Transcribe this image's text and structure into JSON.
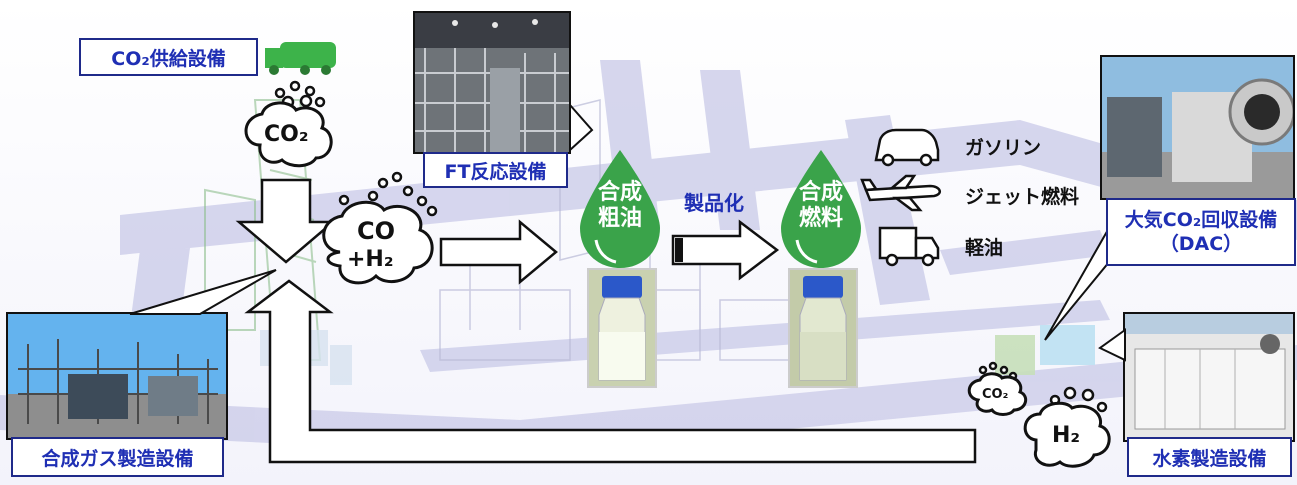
{
  "labels": {
    "co2_supply": "CO₂供給設備",
    "ft_reactor": "FT反応設備",
    "syngas_plant": "合成ガス製造設備",
    "dac": "大気CO₂回収設備",
    "dac_abbr": "（DAC）",
    "h2_plant": "水素製造設備",
    "productization": "製品化"
  },
  "clouds": {
    "co2": "CO₂",
    "co_line1": "CO",
    "co_line2": "+H₂",
    "co2_small": "CO₂",
    "h2": "H₂"
  },
  "drops": {
    "crude_line1": "合成",
    "crude_line2": "粗油",
    "fuel_line1": "合成",
    "fuel_line2": "燃料"
  },
  "products": [
    "ガソリン",
    "ジェット燃料",
    "軽油"
  ],
  "colors": {
    "label_text": "#1f2fb4",
    "drop_green": "#3aa34a",
    "flow_outline": "#111111"
  }
}
